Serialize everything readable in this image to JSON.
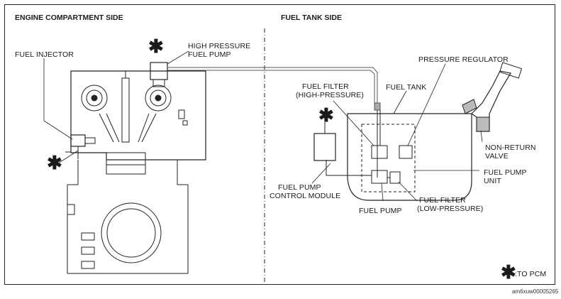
{
  "sections": {
    "engine_title": "ENGINE COMPARTMENT SIDE",
    "tank_title": "FUEL TANK SIDE"
  },
  "labels": {
    "high_pressure_fuel_pump_1": "HIGH PRESSURE",
    "high_pressure_fuel_pump_2": "FUEL PUMP",
    "fuel_injector": "FUEL INJECTOR",
    "pressure_regulator": "PRESSURE REGULATOR",
    "fuel_filter_high_1": "FUEL FILTER",
    "fuel_filter_high_2": "(HIGH-PRESSURE)",
    "fuel_tank": "FUEL TANK",
    "non_return_valve_1": "NON-RETURN",
    "non_return_valve_2": "VALVE",
    "fuel_pump_unit_1": "FUEL PUMP",
    "fuel_pump_unit_2": "UNIT",
    "fuel_pump_control_module_1": "FUEL PUMP",
    "fuel_pump_control_module_2": "CONTROL MODULE",
    "fuel_filter_low_1": "FUEL FILTER",
    "fuel_filter_low_2": "(LOW-PRESSURE)",
    "fuel_pump": "FUEL PUMP"
  },
  "legend": {
    "asterisk": "✱",
    "to_pcm": ":TO PCM"
  },
  "reference_code": "am6xuw00005265"
}
